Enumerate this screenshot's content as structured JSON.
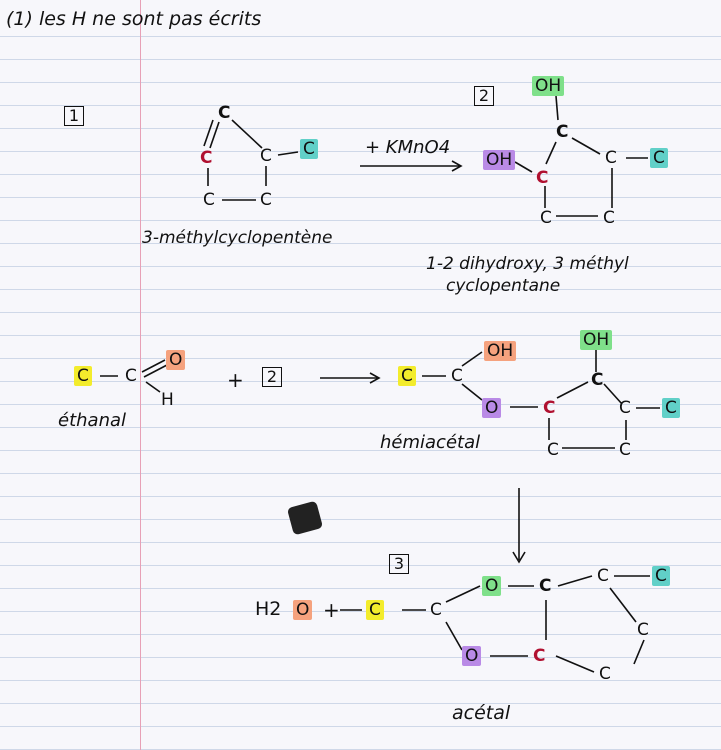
{
  "title": "(1) les H ne sont pas écrits",
  "step_labels": [
    "1",
    "2",
    "2",
    "3"
  ],
  "reagent": "+ KMnO4",
  "reactant_name": "3-méthylcyclopentène",
  "product_name_line1": "1-2 dihydroxy, 3 méthyl",
  "product_name_line2": "cyclopentane",
  "ethanal_name": "éthanal",
  "hemiacetal_name": "hémiacétal",
  "acetal_name": "acétal",
  "plus": "+",
  "water": "H2",
  "atoms": {
    "C": "C",
    "O": "O",
    "H": "H",
    "OH": "OH"
  },
  "colors": {
    "green": "#7fe08a",
    "teal": "#61d0c8",
    "purple": "#b98ae6",
    "yellow": "#f3ec2c",
    "orange": "#f5a27e",
    "red": "#b01030"
  }
}
